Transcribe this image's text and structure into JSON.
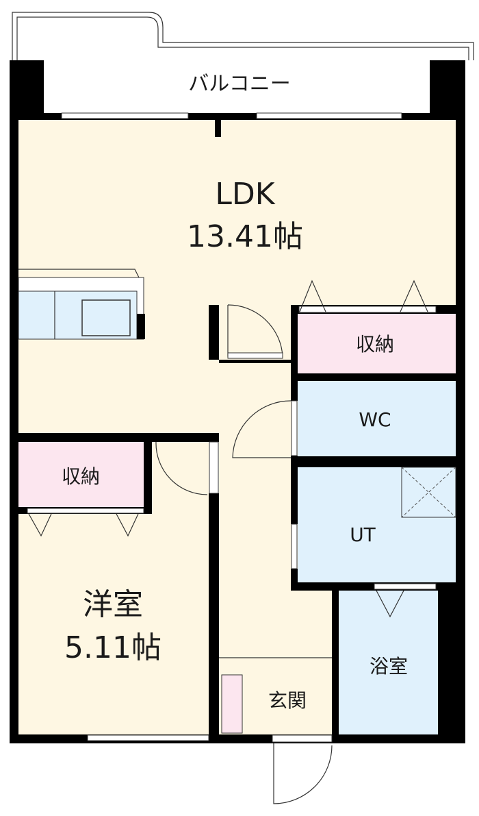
{
  "colors": {
    "floor": "#fef7e3",
    "storage": "#fce6ef",
    "wet": "#e0f1fc",
    "wall": "#000000"
  },
  "rooms": {
    "balcony": {
      "label": "バルコニー"
    },
    "ldk": {
      "label": "LDK",
      "area": "13.41帖"
    },
    "storage_ldk": {
      "label": "収納"
    },
    "wc": {
      "label": "WC"
    },
    "ut": {
      "label": "UT"
    },
    "bedroom": {
      "label": "洋室",
      "area": "5.11帖"
    },
    "storage_bedroom": {
      "label": "収納"
    },
    "bath": {
      "label": "浴室"
    },
    "entrance": {
      "label": "玄関"
    }
  }
}
